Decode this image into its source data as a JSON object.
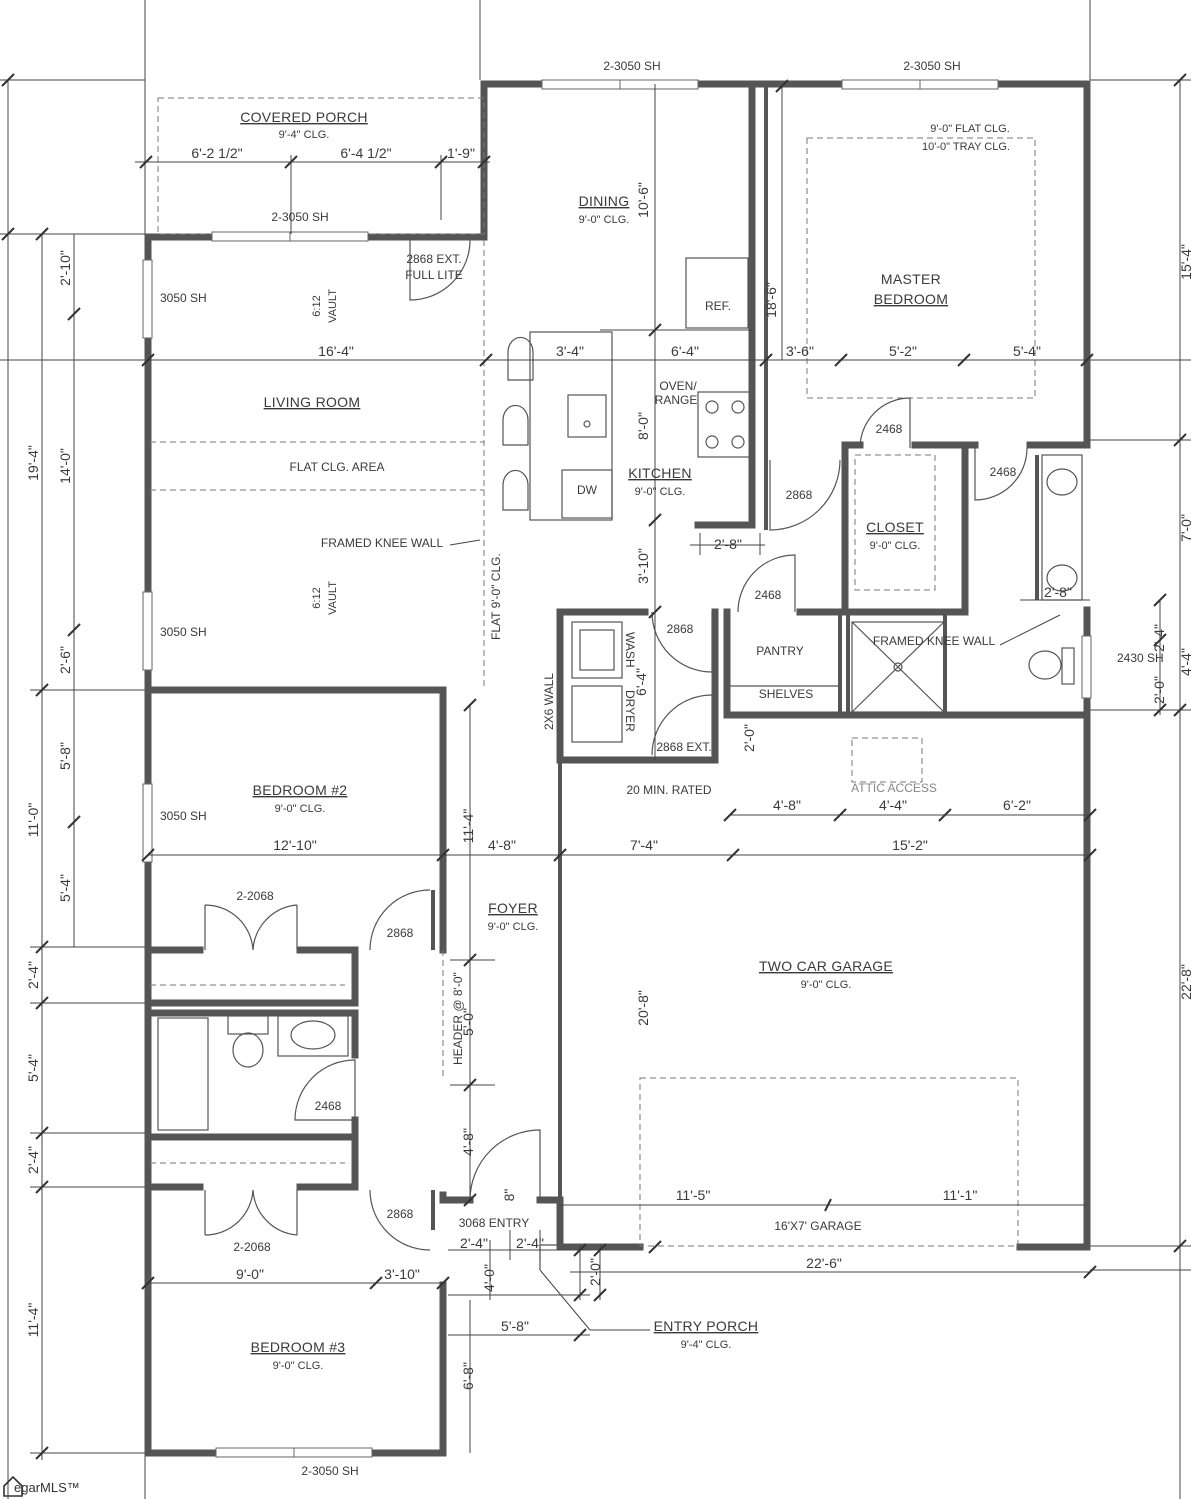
{
  "plan": {
    "windows": {
      "dining": "2-3050 SH",
      "master": "2-3050 SH",
      "porch": "2-3050 SH",
      "living_top": "3050 SH",
      "living_bottom": "3050 SH",
      "bedroom2": "3050 SH",
      "bedroom3": "2-3050 SH",
      "bath": "2430 SH"
    },
    "rooms": {
      "covered_porch": {
        "name": "COVERED PORCH",
        "clg": "9'-4\" CLG."
      },
      "dining": {
        "name": "DINING",
        "clg": "9'-0\" CLG."
      },
      "master": {
        "name1": "MASTER",
        "name2": "BEDROOM",
        "clg1": "9'-0\" FLAT CLG.",
        "clg2": "10'-0\" TRAY CLG."
      },
      "living": {
        "name": "LIVING ROOM"
      },
      "kitchen": {
        "name": "KITCHEN",
        "clg": "9'-0\" CLG."
      },
      "closet": {
        "name": "CLOSET",
        "clg": "9'-0\" CLG."
      },
      "pantry": {
        "name": "PANTRY",
        "shelves": "SHELVES"
      },
      "bedroom2": {
        "name": "BEDROOM #2",
        "clg": "9'-0\" CLG."
      },
      "foyer": {
        "name": "FOYER",
        "clg": "9'-0\" CLG."
      },
      "garage": {
        "name": "TWO CAR GARAGE",
        "clg": "9'-0\" CLG.",
        "door": "16'X7' GARAGE"
      },
      "bedroom3": {
        "name": "BEDROOM #3",
        "clg": "9'-0\" CLG."
      },
      "entry_porch": {
        "name": "ENTRY PORCH",
        "clg": "9'-4\" CLG."
      }
    },
    "notes": {
      "ext_door1": "2868 EXT.",
      "ext_door2": "FULL LITE",
      "vault1": "6:12",
      "vault2": "VAULT",
      "flat_area": "FLAT CLG. AREA",
      "knee_wall": "FRAMED KNEE WALL",
      "flat_9": "FLAT 9'-0\" CLG.",
      "ref": "REF.",
      "oven1": "OVEN/",
      "oven2": "RANGE",
      "dw": "DW",
      "wash": "WASH",
      "dryer": "DRYER",
      "wall_2x6": "2X6 WALL",
      "garage_door1": "2868 EXT.",
      "garage_door2": "20 MIN. RATED",
      "attic": "ATTIC ACCESS",
      "header": "HEADER @ 8'-0\"",
      "entry_door": "3068 ENTRY",
      "knee_wall2": "FRAMED KNEE WALL"
    },
    "doors": {
      "d2468_master": "2468",
      "d2468_bath": "2468",
      "d2868_hall": "2868",
      "d2468_pantry": "2468",
      "d2868_laundry": "2868",
      "d2068_b2": "2-2068",
      "d2868_b2": "2868",
      "d2468_bath2": "2468",
      "d2868_b3": "2868",
      "d2068_b3": "2-2068"
    },
    "dims": {
      "porch_a": "6'-2 1/2\"",
      "porch_b": "6'-4 1/2\"",
      "porch_c": "1'-9\"",
      "dining_v": "10'-6\"",
      "master_v": "18'-6\"",
      "right_top": "15'-4\"",
      "left_a": "2'-10\"",
      "left_b": "19'-4\"",
      "left_c": "14'-0\"",
      "living_w": "16'-4\"",
      "island": "3'-4\"",
      "kitchen_w": "6'-4\"",
      "m_a": "3'-6\"",
      "m_b": "5'-2\"",
      "m_c": "5'-4\"",
      "kitchen_v": "8'-0\"",
      "kitchen_v2": "3'-10\"",
      "pass_w": "2'-8\"",
      "right_7": "7'-0\"",
      "bath_w": "2'-8\"",
      "r_2_4": "2'-4\"",
      "r_4_4": "4'-4\"",
      "r_2_0": "2'-0\"",
      "left_2_6": "2'-6\"",
      "laundry_v": "6'-4\"",
      "left_5_8": "5'-8\"",
      "left_11": "11'-0\"",
      "left_5_4": "5'-4\"",
      "hall_2_0": "2'-0\"",
      "g_a": "4'-8\"",
      "g_b": "4'-4\"",
      "g_c": "6'-2\"",
      "b2_w": "12'-10\"",
      "foyer_w": "4'-8\"",
      "mid_w": "7'-4\"",
      "g_w": "15'-2\"",
      "foyer_v": "11'-4\"",
      "left_2_4a": "2'-4\"",
      "left_5_4b": "5'-4\"",
      "left_2_4b": "2'-4\"",
      "garage_v": "20'-8\"",
      "right_22_8": "22'-8\"",
      "foyer_5_0": "5'-0\"",
      "foyer_4_8": "4'-8\"",
      "foyer_8": "8\"",
      "g_left": "11'-5\"",
      "g_right": "11'-1\"",
      "e_a": "2'-4\"",
      "e_b": "2'-4\"",
      "b3_w": "9'-0\"",
      "hall_w": "3'-10\"",
      "g_total": "22'-6\"",
      "e_4_0": "4'-0\"",
      "e_2_0": "2'-0\"",
      "e_5_8": "5'-8\"",
      "left_11_4": "11'-4\"",
      "b3_v": "6'-8\""
    }
  },
  "logo": {
    "text": "egarMLS™"
  }
}
